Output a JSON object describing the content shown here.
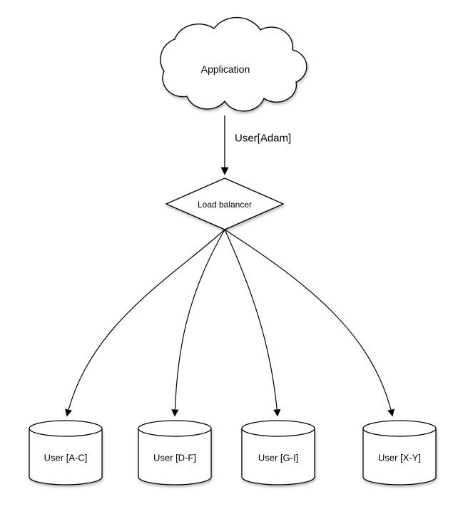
{
  "diagram": {
    "application": {
      "label": "Application"
    },
    "edge": {
      "label": "User[Adam]"
    },
    "load_balancer": {
      "label": "Load balancer"
    },
    "shards": [
      {
        "label": "User [A-C]"
      },
      {
        "label": "User [D-F]"
      },
      {
        "label": "User [G-I]"
      },
      {
        "label": "User [X-Y]"
      }
    ],
    "colors": {
      "stroke": "#000000",
      "fill": "#ffffff",
      "background": "#ffffff"
    }
  }
}
